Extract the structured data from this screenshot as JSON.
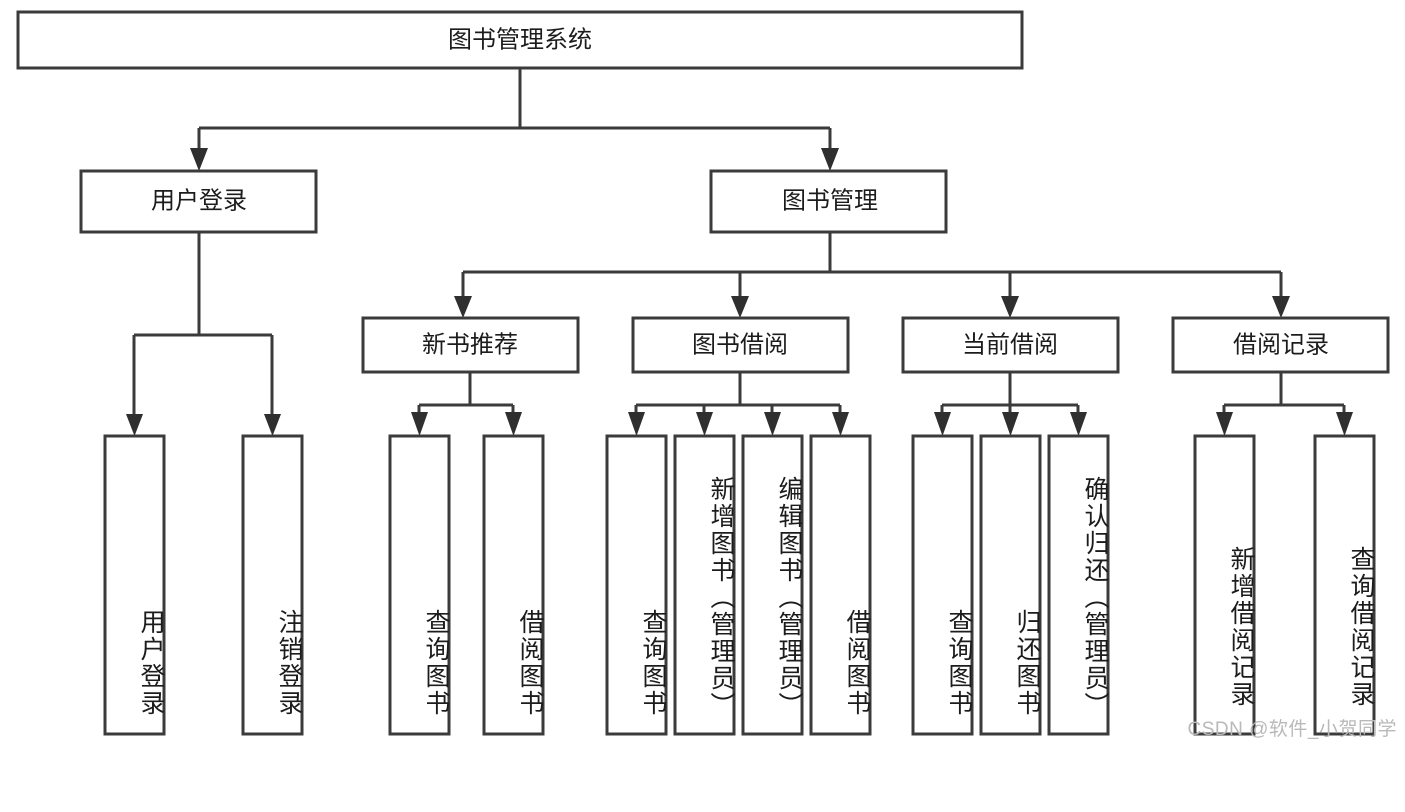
{
  "diagram": {
    "type": "hierarchy-tree",
    "title": "图书管理系统",
    "watermark": "CSDN @软件_小贺同学",
    "root": {
      "id": "root",
      "label": "图书管理系统"
    },
    "level2": [
      {
        "id": "user-login",
        "label": "用户登录"
      },
      {
        "id": "book-manage",
        "label": "图书管理"
      }
    ],
    "level3": [
      {
        "id": "new-book-recommend",
        "label": "新书推荐",
        "parent": "book-manage"
      },
      {
        "id": "book-borrow",
        "label": "图书借阅",
        "parent": "book-manage"
      },
      {
        "id": "current-borrow",
        "label": "当前借阅",
        "parent": "book-manage"
      },
      {
        "id": "borrow-record",
        "label": "借阅记录",
        "parent": "book-manage"
      }
    ],
    "leaves": {
      "user-login": [
        {
          "id": "leaf-user-login",
          "label": "用户登录"
        },
        {
          "id": "leaf-user-logout",
          "label": "注销登录"
        }
      ],
      "new-book-recommend": [
        {
          "id": "leaf-query-book-1",
          "label": "查询图书"
        },
        {
          "id": "leaf-borrow-book-1",
          "label": "借阅图书"
        }
      ],
      "book-borrow": [
        {
          "id": "leaf-query-book-2",
          "label": "查询图书"
        },
        {
          "id": "leaf-add-book",
          "label": "新增图书（管理员）"
        },
        {
          "id": "leaf-edit-book",
          "label": "编辑图书（管理员）"
        },
        {
          "id": "leaf-borrow-book-2",
          "label": "借阅图书"
        }
      ],
      "current-borrow": [
        {
          "id": "leaf-query-book-3",
          "label": "查询图书"
        },
        {
          "id": "leaf-return-book",
          "label": "归还图书"
        },
        {
          "id": "leaf-confirm-return",
          "label": "确认归还（管理员）"
        }
      ],
      "borrow-record": [
        {
          "id": "leaf-add-record",
          "label": "新增借阅记录"
        },
        {
          "id": "leaf-query-record",
          "label": "查询借阅记录"
        }
      ]
    },
    "colors": {
      "box_fill": "#ffffff",
      "box_stroke": "#3b3b3b",
      "connector": "#3b3b3b",
      "text": "#1c1c1c",
      "watermark": "#b9b9b9",
      "background": "#ffffff"
    }
  }
}
